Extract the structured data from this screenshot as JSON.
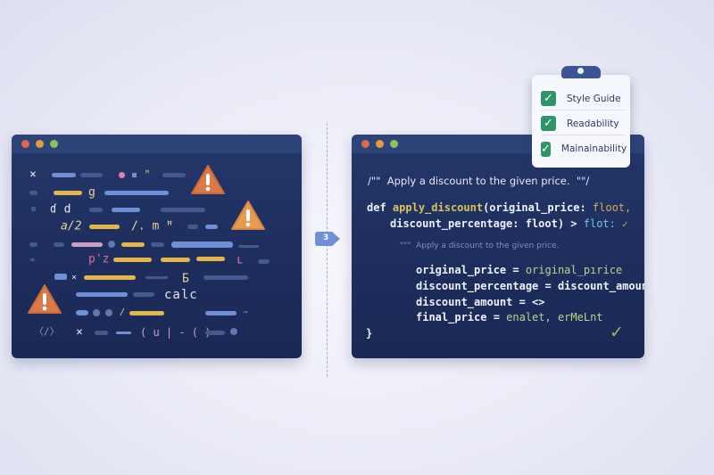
{
  "left_window": {
    "glyphs": [
      "×",
      "ꟸ",
      "g",
      "ɗ d",
      "a/2",
      "/. m ꟸ",
      "p'z",
      "ʟ",
      "×",
      "Ƃ",
      "calc",
      "/",
      "→",
      "〈/〉",
      "×",
      "( u | - ( )"
    ]
  },
  "divider": {
    "badge": "3"
  },
  "right_window": {
    "comment": "/\"\"  Apply a discount to the given price.  \"\"/",
    "def_kw": "def",
    "fn_name": "apply_discount",
    "sig1": "(original_price:",
    "type1": " floot,",
    "sig2": "discount_percentage: floot) >",
    "type2": " flot:",
    "check_small": "✓",
    "docstring": "\"\"\"  Apply a discount to the given price.",
    "lines": [
      {
        "lhs": "original_price = ",
        "rhs": "original_pırice"
      },
      {
        "lhs": "discount_percentage = discount_amount",
        "rhs": ""
      },
      {
        "lhs": "discount_amount = <>",
        "rhs": ""
      },
      {
        "lhs": "final_price = ",
        "rhs": "enalet, erMeLnt"
      }
    ],
    "closing": "}",
    "check_big": "✓"
  },
  "checklist": {
    "items": [
      "Style Guide",
      "Readability",
      "Mainainability"
    ],
    "check": "✓"
  },
  "colors": {
    "red": "#e0684f",
    "orange": "#e89a3e",
    "green": "#8fc15a",
    "warning": "#d97a48",
    "yellow": "#e3b64c",
    "check": "#2f9468"
  }
}
